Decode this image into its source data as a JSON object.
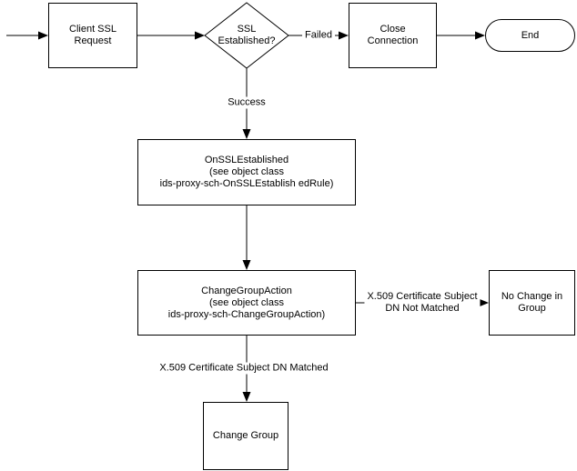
{
  "diagram": {
    "title": "Client SSL request flowchart",
    "colors": {
      "line": "#000000",
      "text": "#000000",
      "background": "#ffffff"
    },
    "nodes": {
      "client_ssl_request": {
        "type": "process",
        "label": "Client SSL\nRequest"
      },
      "ssl_established": {
        "type": "decision",
        "label": "SSL\nEstablished?"
      },
      "close_connection": {
        "type": "process",
        "label": "Close\nConnection"
      },
      "end": {
        "type": "terminator",
        "label": "End"
      },
      "on_ssl_established": {
        "type": "process",
        "label": "OnSSLEstablished\n(see object class\nids-proxy-sch-OnSSLEstablish edRule)"
      },
      "change_group_action": {
        "type": "process",
        "label": "ChangeGroupAction\n(see object class\nids-proxy-sch-ChangeGroupAction)"
      },
      "no_change_in_group": {
        "type": "process",
        "label": "No Change in\nGroup"
      },
      "change_group": {
        "type": "process",
        "label": "Change Group"
      }
    },
    "edge_labels": {
      "failed": "Failed",
      "success": "Success",
      "dn_not_matched": "X.509 Certificate Subject\nDN Not Matched",
      "dn_matched": "X.509 Certificate Subject DN Matched"
    }
  }
}
